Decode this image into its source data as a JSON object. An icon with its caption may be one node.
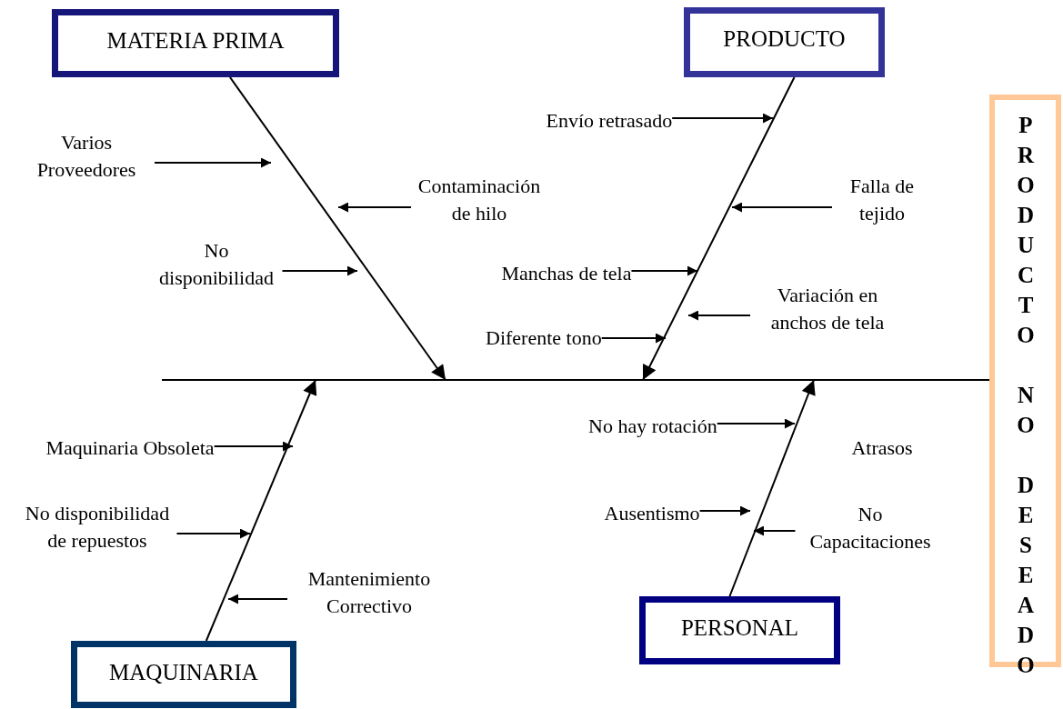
{
  "diagram": {
    "nodes": [
      {
        "text": [
          "MATERIA PRIMA"
        ]
      },
      {
        "text": [
          "PRODUCTO"
        ]
      },
      {
        "text": [
          "MAQUINARIA"
        ]
      },
      {
        "text": [
          "PERSONAL"
        ]
      },
      {
        "text": [
          "PRODUCTO NO DESEADO"
        ]
      },
      {
        "text": [],
        "shape": "line"
      },
      {
        "text": [
          "Varios Proveedores"
        ]
      },
      {
        "text": [
          "Contaminación de hilo"
        ]
      },
      {
        "text": [
          "No disponibilidad"
        ]
      },
      {
        "text": [
          "Envío retrasado"
        ]
      },
      {
        "text": [
          "Falla de tejido"
        ]
      },
      {
        "text": [
          "Manchas de tela"
        ]
      },
      {
        "text": [
          "Variación en anchos de tela"
        ]
      },
      {
        "text": [
          "Diferente tono"
        ]
      },
      {
        "text": [
          "Maquinaria Obsoleta"
        ]
      },
      {
        "text": [
          "No disponibilidad de repuestos"
        ]
      },
      {
        "text": [
          "Mantenimiento Correctivo"
        ]
      },
      {
        "text": [
          "No hay rotación"
        ]
      },
      {
        "text": [
          "Ausentismo"
        ]
      },
      {
        "text": [
          "No Capacitaciones"
        ]
      }
    ],
    "edges": [
      {
        "from": 0,
        "to": 5,
        "arrow": "to"
      },
      {
        "from": 1,
        "to": 5,
        "arrow": "to"
      },
      {
        "from": 2,
        "to": 5,
        "arrow": "to"
      },
      {
        "from": 3,
        "to": 5,
        "arrow": "to"
      },
      {
        "from": 6,
        "to": null,
        "arrow": "to"
      },
      {
        "from": 7,
        "to": null,
        "arrow": "to"
      },
      {
        "from": 8,
        "to": null,
        "arrow": "to"
      },
      {
        "from": 9,
        "to": null,
        "arrow": "to"
      },
      {
        "from": 10,
        "to": null,
        "arrow": "to"
      },
      {
        "from": 11,
        "to": null,
        "arrow": "to"
      },
      {
        "from": 12,
        "to": null,
        "arrow": "to"
      },
      {
        "from": 13,
        "to": null,
        "arrow": "to"
      },
      {
        "from": 14,
        "to": null,
        "arrow": "to"
      },
      {
        "from": 15,
        "to": null,
        "arrow": "to"
      },
      {
        "from": 16,
        "to": null,
        "arrow": "to"
      },
      {
        "from": 17,
        "to": null,
        "arrow": "to"
      },
      {
        "from": 18,
        "to": null,
        "arrow": "to"
      },
      {
        "from": 19,
        "to": null,
        "arrow": "to"
      }
    ],
    "labels": [
      "Atrasos"
    ]
  }
}
